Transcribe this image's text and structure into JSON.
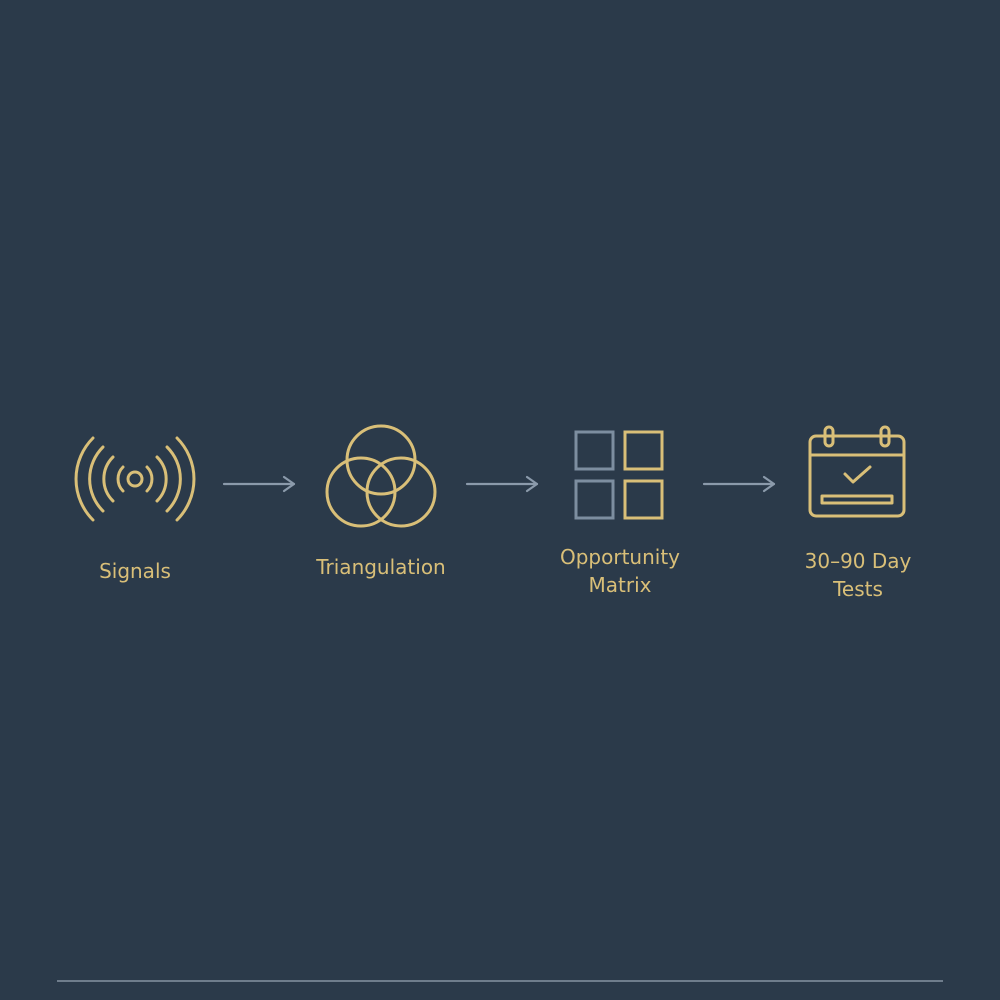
{
  "colors": {
    "background": "#2b3a4a",
    "accent": "#d9bf78",
    "muted": "#7d8ea0",
    "arrow": "#8b9aab",
    "rule": "#6f7d8c"
  },
  "steps": [
    {
      "icon": "signal-waves-icon",
      "label": "Signals"
    },
    {
      "icon": "venn-circles-icon",
      "label": "Triangulation"
    },
    {
      "icon": "grid-squares-icon",
      "label_line1": "Opportunity",
      "label_line2": "Matrix"
    },
    {
      "icon": "calendar-check-icon",
      "label_line1": "30–90 Day",
      "label_line2": "Tests"
    }
  ],
  "connectors": [
    "arrow-right-icon",
    "arrow-right-icon",
    "arrow-right-icon"
  ]
}
